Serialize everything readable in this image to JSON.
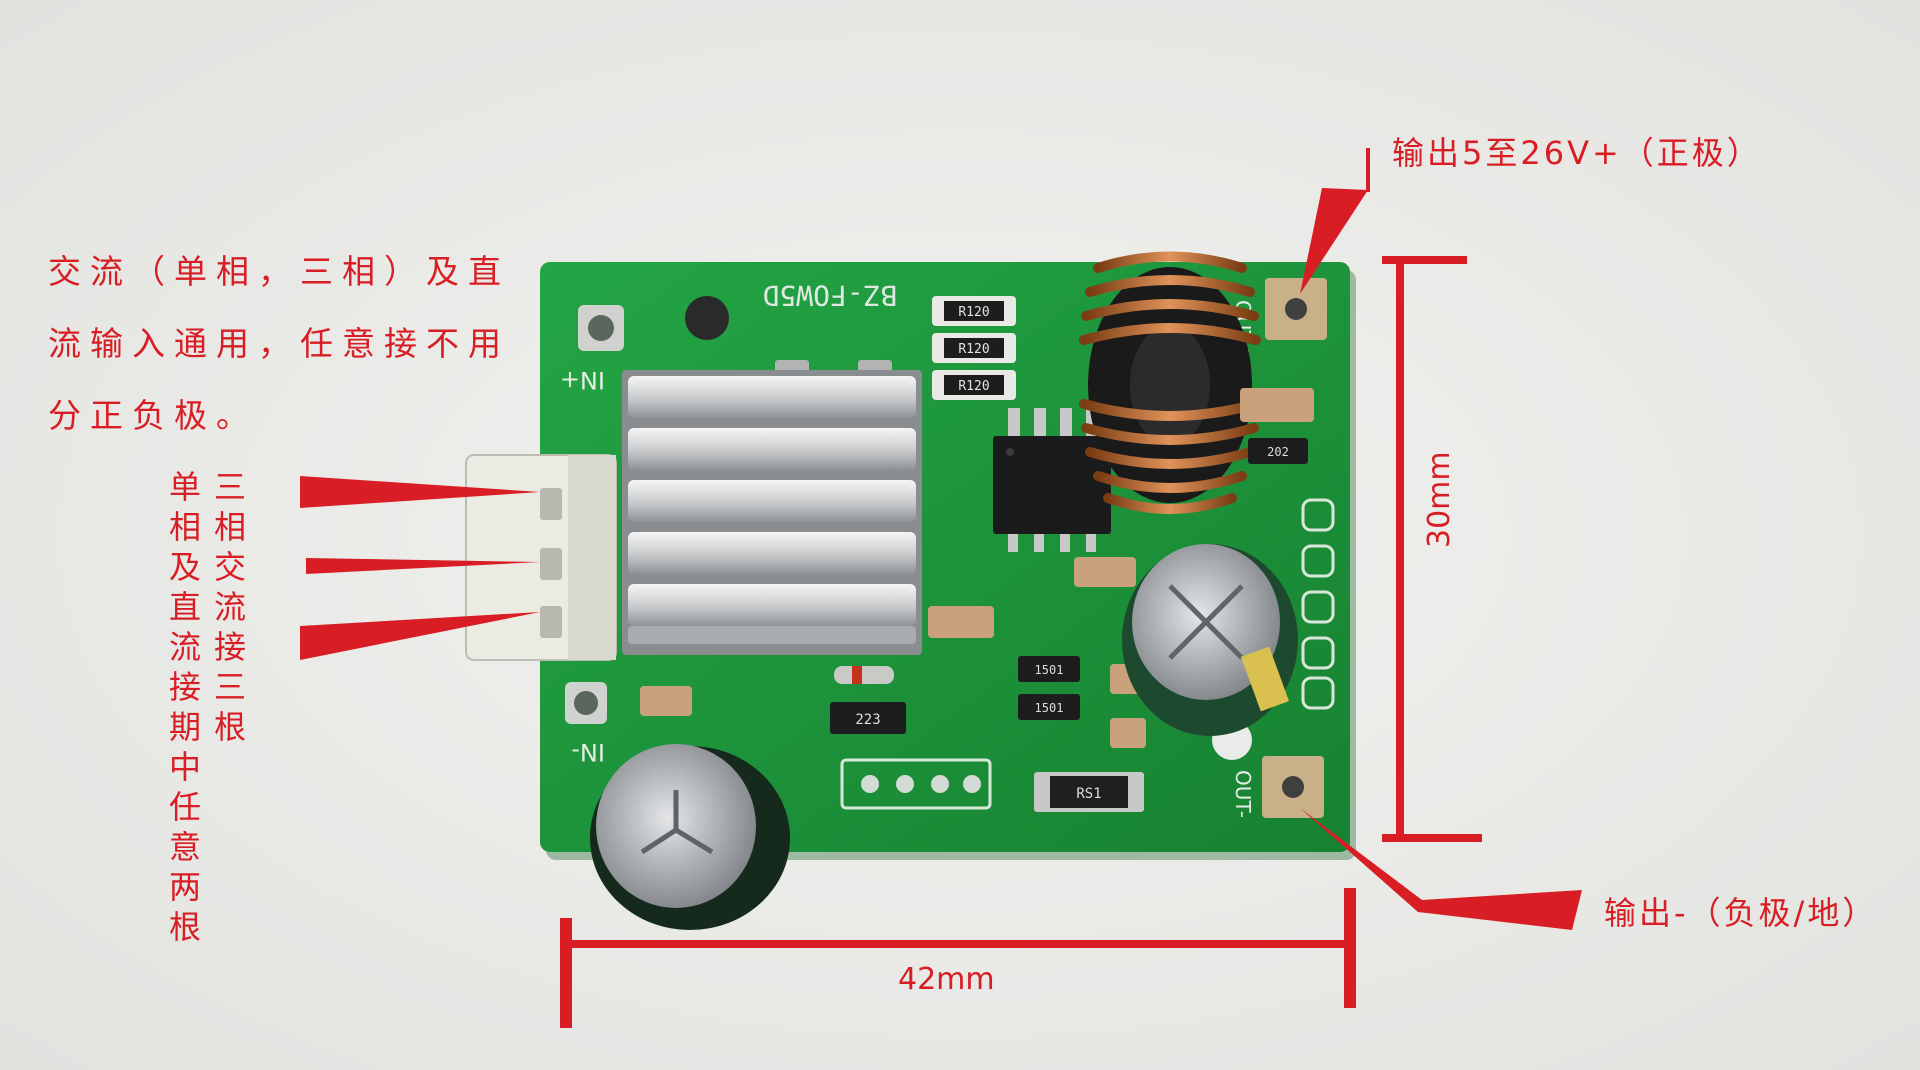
{
  "annotations": {
    "input_note": "交流（单相，三相）及直流输入通用，任意接不用分正负极。",
    "three_phase_note": "三相交流接三根",
    "single_phase_note": "单相及直流接期中任意两根",
    "output_positive": "输出5至26V+（正极）",
    "output_negative": "输出-（负极/地）",
    "width_dimension": "42mm",
    "height_dimension": "30mm"
  },
  "board": {
    "silkscreen_model": "BZ-FOW5D",
    "in_plus": "IN+",
    "in_minus": "IN-",
    "out_plus": "OUT+",
    "out_minus": "OUT-",
    "resistor_marking": "R120",
    "smd_223": "223",
    "smd_1501": "1501",
    "smd_202": "202",
    "sense_resistor": "RS1"
  },
  "colors": {
    "annotation_red": "#d81e24",
    "pcb_green": "#1f9a3c",
    "background": "#ececea"
  }
}
